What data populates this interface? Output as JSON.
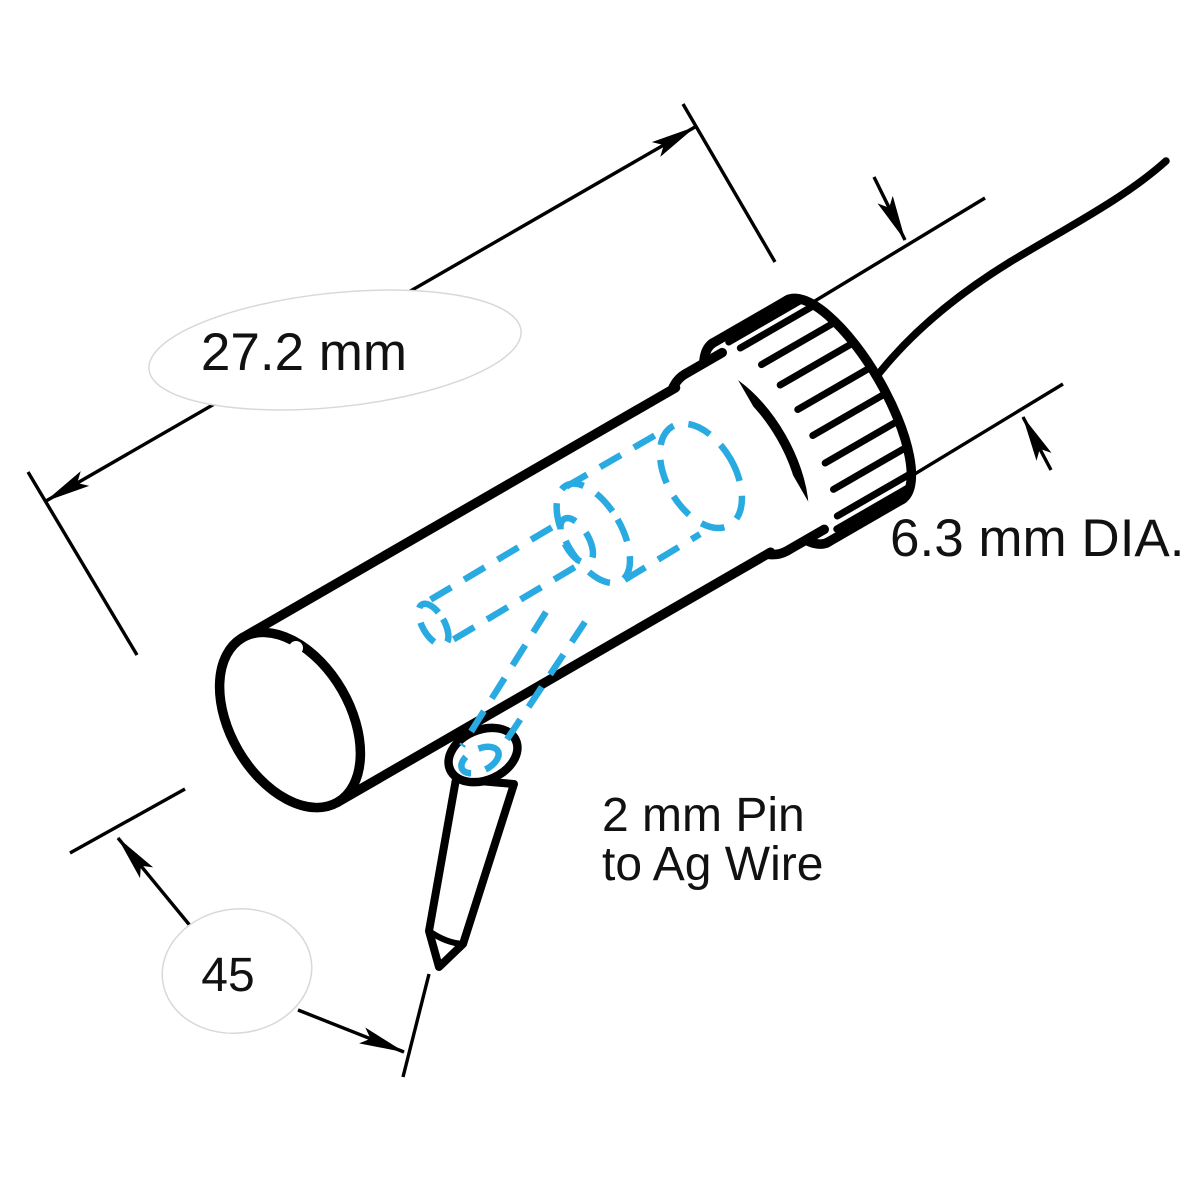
{
  "diagram": {
    "labels": {
      "length": "27.2 mm",
      "diameter": "6.3 mm DIA.",
      "pin_line1": "2 mm Pin",
      "pin_line2": "to Ag Wire",
      "angle": "45"
    },
    "colors": {
      "outline": "#000000",
      "hidden_line": "#29ABE2",
      "callout_stroke": "#d8d8d8",
      "background": "#ffffff",
      "text": "#111111"
    }
  }
}
